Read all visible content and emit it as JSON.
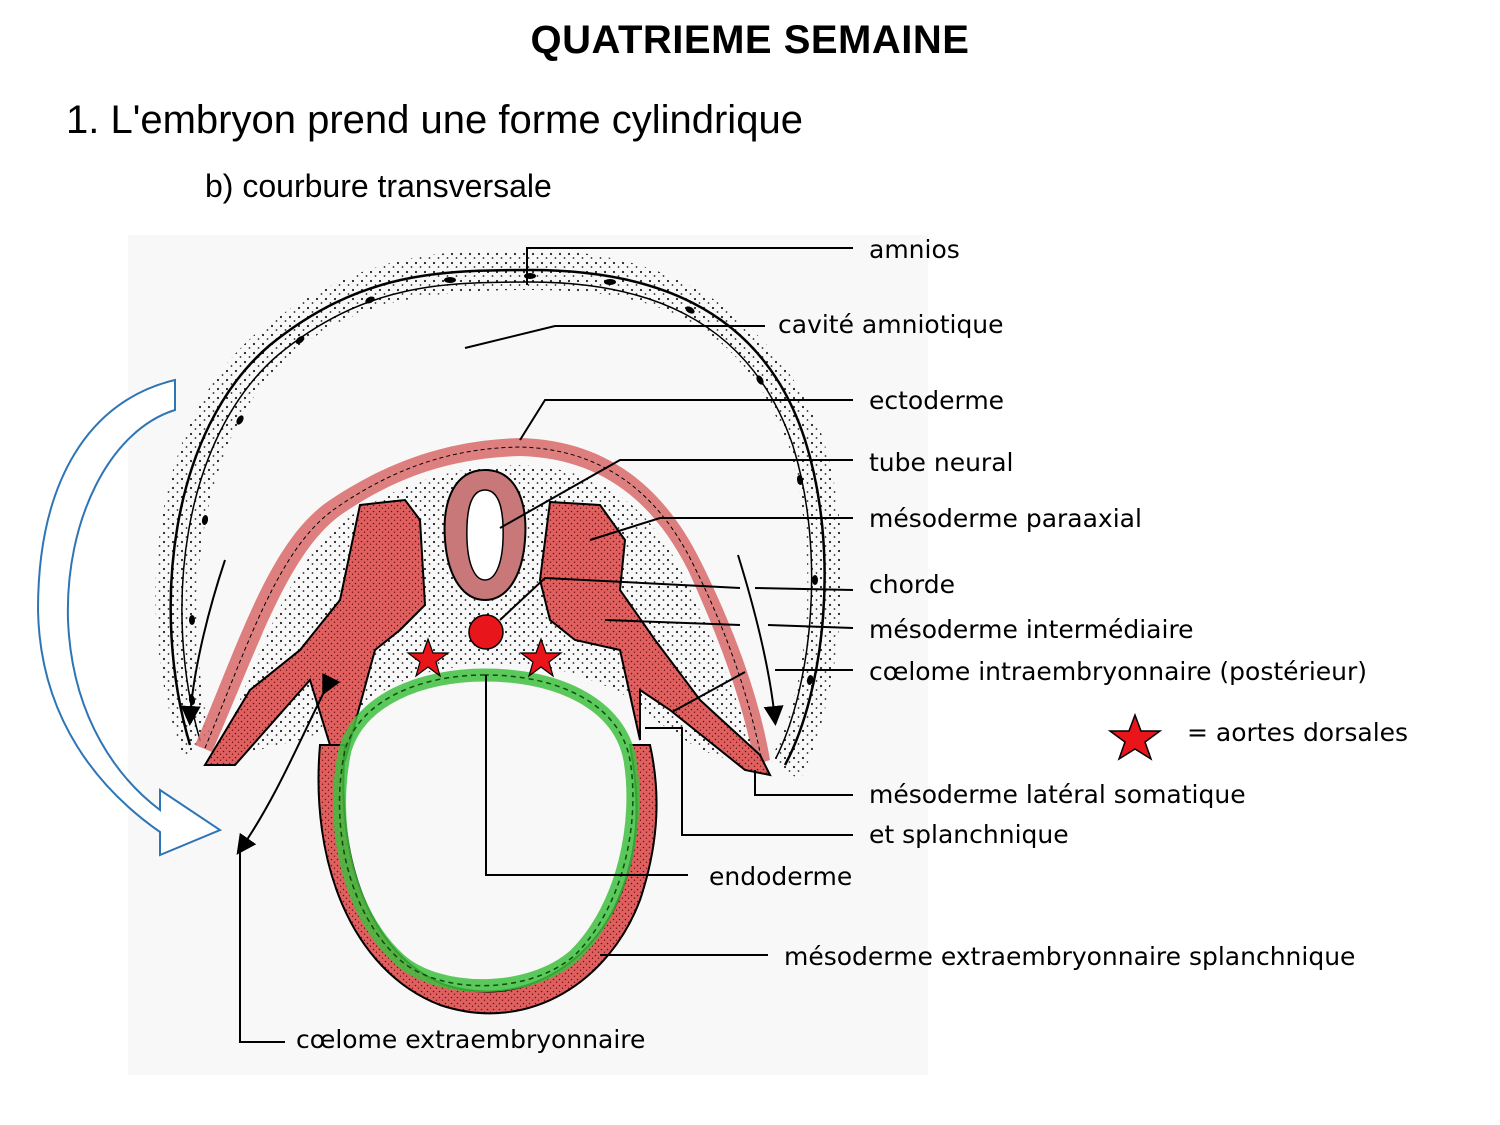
{
  "title": "QUATRIEME SEMAINE",
  "heading1": "1. L'embryon prend une forme cylindrique",
  "heading2": "b) courbure transversale",
  "labels": {
    "amnios": "amnios",
    "cavite_amniotique": "cavité amniotique",
    "ectoderme": "ectoderme",
    "tube_neural": "tube neural",
    "mesoderme_paraaxial": "mésoderme paraaxial",
    "chorde": "chorde",
    "mesoderme_intermediaire": "mésoderme intermédiaire",
    "coelome_intra": "cœlome intraembryonnaire (postérieur)",
    "aortes_legend": "= aortes dorsales",
    "mesoderme_lateral_1": "mésoderme latéral somatique",
    "mesoderme_lateral_2": "et splanchnique",
    "endoderme": "endoderme",
    "mesoderme_extra": "mésoderme extraembryonnaire splanchnique",
    "coelome_extra": "cœlome extraembryonnaire"
  },
  "colors": {
    "mesoderm": "#e06060",
    "endoderm": "#3fbf3f",
    "aorta": "#e8151b",
    "curve_arrow": "#2e75b6"
  }
}
